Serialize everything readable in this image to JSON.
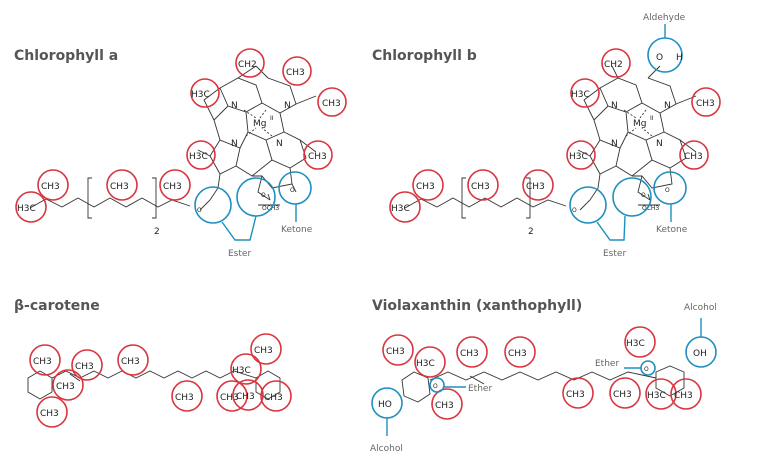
{
  "panels": {
    "chl_a": {
      "title": "Chlorophyll a",
      "callouts": {
        "ester": "Ester",
        "ketone": "Ketone"
      }
    },
    "chl_b": {
      "title": "Chlorophyll b",
      "callouts": {
        "aldehyde": "Aldehyde",
        "ester": "Ester",
        "ketone": "Ketone"
      }
    },
    "beta": {
      "title": "β-carotene"
    },
    "viola": {
      "title": "Violaxanthin (xanthophyll)",
      "callouts": {
        "alcohol_left": "Alcohol",
        "ether_left": "Ether",
        "ether_right": "Ether",
        "alcohol_right": "Alcohol"
      }
    }
  },
  "labels": {
    "ch3": "CH3",
    "h3c": "H3C",
    "ch2": "CH2",
    "mg": "Mg",
    "mg_sup": "II",
    "n": "N",
    "o": "O",
    "h": "H",
    "oh": "OH",
    "ho": "HO",
    "och3": "OCH3",
    "sub2": "2"
  },
  "colors": {
    "methyl": "#d9353e",
    "functional_group": "#1f8fbf",
    "title": "#555555",
    "callout": "#666666"
  }
}
